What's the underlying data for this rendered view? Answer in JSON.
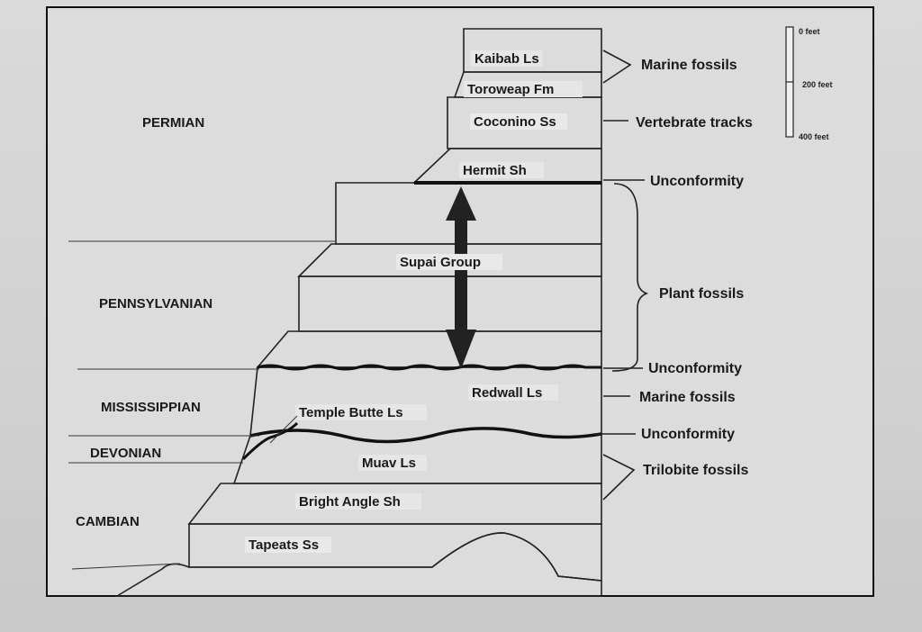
{
  "periods": {
    "permian": "PERMIAN",
    "pennsylvanian": "PENNSYLVANIAN",
    "mississippian": "MISSISSIPPIAN",
    "devonian": "DEVONIAN",
    "cambrian": "CAMBIAN"
  },
  "units": {
    "kaibab": "Kaibab Ls",
    "toroweap": "Toroweap Fm",
    "coconino": "Coconino Ss",
    "hermit": "Hermit Sh",
    "supai": "Supai Group",
    "redwall": "Redwall Ls",
    "temple_butte": "Temple Butte Ls",
    "muav": "Muav Ls",
    "bright_angel": "Bright Angle Sh",
    "tapeats": "Tapeats Ss"
  },
  "annotations": {
    "marine_fossils_top": "Marine fossils",
    "vertebrate_tracks": "Vertebrate tracks",
    "unconformity_1": "Unconformity",
    "plant_fossils": "Plant fossils",
    "unconformity_2": "Unconformity",
    "marine_fossils_redwall": "Marine fossils",
    "unconformity_3": "Unconformity",
    "trilobite_fossils": "Trilobite fossils"
  },
  "scale": {
    "label_0": "0 feet",
    "label_200": "200 feet",
    "label_400": "400 feet"
  },
  "colors": {
    "ink": "#1a1a1a",
    "paper": "#d6d6d6"
  }
}
